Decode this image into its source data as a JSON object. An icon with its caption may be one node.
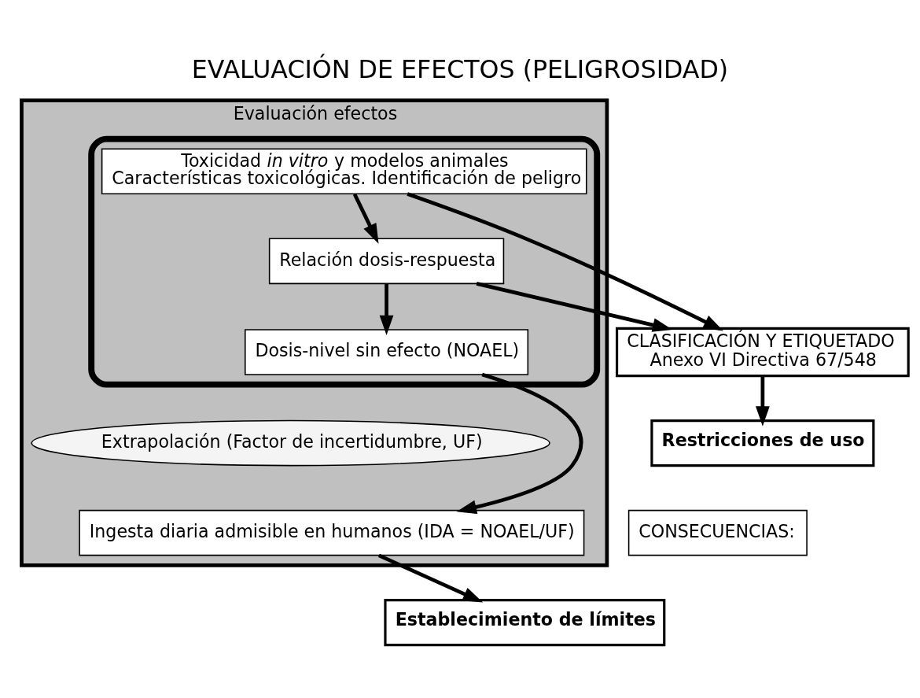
{
  "diagram": {
    "title": "EVALUACIÓN DE EFECTOS (PELIGROSIDAD)",
    "nodes": [
      {
        "text": [
          "Evaluación efectos"
        ]
      },
      {
        "text": [],
        "shape": "box",
        "in": 0
      },
      {
        "text": [
          "Toxicidad *in vitro* y modelos animales",
          "Características toxicológicas. Identificación de peligro"
        ],
        "in": 1
      },
      {
        "text": [
          "Relación dosis-respuesta"
        ],
        "in": 1
      },
      {
        "text": [
          "Dosis-nivel sin efecto (NOAEL)"
        ],
        "in": 1
      },
      {
        "text": [
          "Extrapolación (Factor de incertidumbre, UF)"
        ],
        "in": 0
      },
      {
        "text": [
          "Ingesta diaria admisible en humanos (IDA = NOAEL/UF)"
        ],
        "in": 0
      },
      {
        "text": [
          "CLASIFICACIÓN Y ETIQUETADO",
          "Anexo VI Directiva 67/548"
        ]
      },
      {
        "text": [
          "CONSECUENCIAS:"
        ]
      },
      {
        "text": [
          "Establecimiento de límites"
        ]
      },
      {
        "text": [
          "Restricciones de uso"
        ]
      }
    ],
    "edges": [
      {
        "from": 2,
        "to": 3,
        "arrow": "to"
      },
      {
        "from": 3,
        "to": 4,
        "arrow": "to"
      },
      {
        "from": 4,
        "to": 6,
        "arrow": "to"
      },
      {
        "from": 3,
        "to": 7,
        "arrow": "to"
      },
      {
        "from": 2,
        "to": 7,
        "arrow": "to"
      },
      {
        "from": 6,
        "to": 9,
        "arrow": "to"
      },
      {
        "from": 7,
        "to": 10,
        "arrow": "to"
      }
    ]
  }
}
